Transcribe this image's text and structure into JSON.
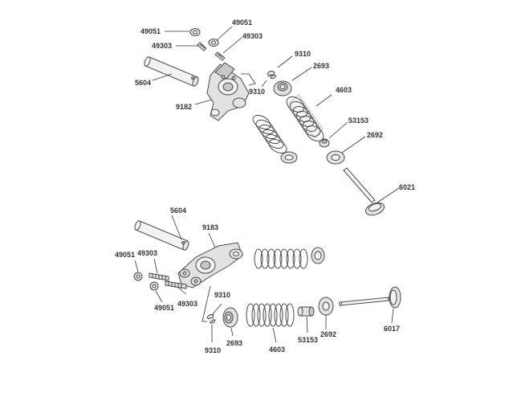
{
  "labels": {
    "t49051a": "49051",
    "t49051b": "49051",
    "t49303a": "49303",
    "t49303b": "49303",
    "t9310a": "9310",
    "t9310b": "9310",
    "t2693": "2693",
    "t5604": "5604",
    "t9182": "9182",
    "t4603": "4603",
    "t53153": "53153",
    "t2692": "2692",
    "t6021": "6021",
    "b5604": "5604",
    "b9183": "9183",
    "b49051a": "49051",
    "b49303a": "49303",
    "b49051b": "49051",
    "b49303b": "49303",
    "b9310a": "9310",
    "b9310b": "9310",
    "b2693": "2693",
    "b4603": "4603",
    "b53153": "53153",
    "b2692": "2692",
    "b6017": "6017"
  },
  "colors": {
    "line": "#4a4a4a",
    "fill": "#e2e2e2",
    "text": "#333333"
  }
}
